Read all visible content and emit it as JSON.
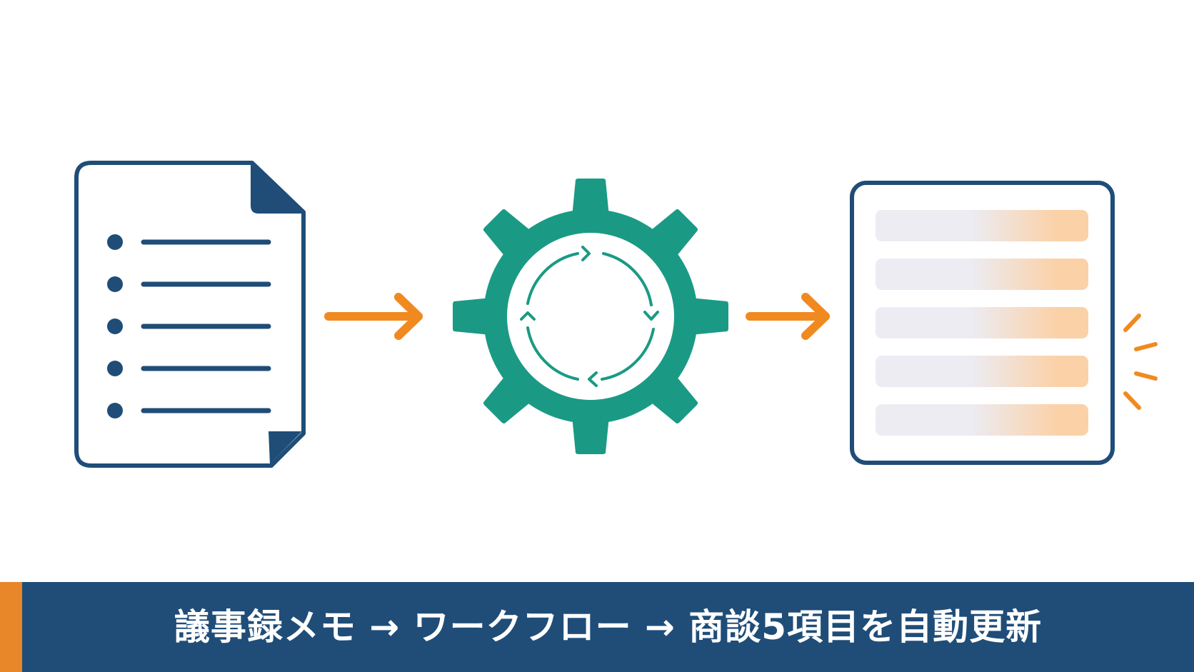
{
  "caption": {
    "text": "議事録メモ → ワークフロー → 商談5項目を自動更新"
  },
  "nodes": [
    {
      "id": "memo",
      "icon": "document-list-icon",
      "bullet_count": 5
    },
    {
      "id": "workflow",
      "icon": "gear-cycle-icon"
    },
    {
      "id": "record",
      "icon": "updated-form-icon",
      "field_count": 5
    }
  ],
  "edges": [
    {
      "from": "memo",
      "to": "workflow",
      "icon": "arrow-right-icon"
    },
    {
      "from": "workflow",
      "to": "record",
      "icon": "arrow-right-icon"
    }
  ],
  "colors": {
    "navy": "#1f4d78",
    "teal": "#1a9a84",
    "orange": "#f08a20",
    "field_gray": "#ececf2",
    "field_orange": "#fbd1a8",
    "accent": "#e8862a"
  }
}
